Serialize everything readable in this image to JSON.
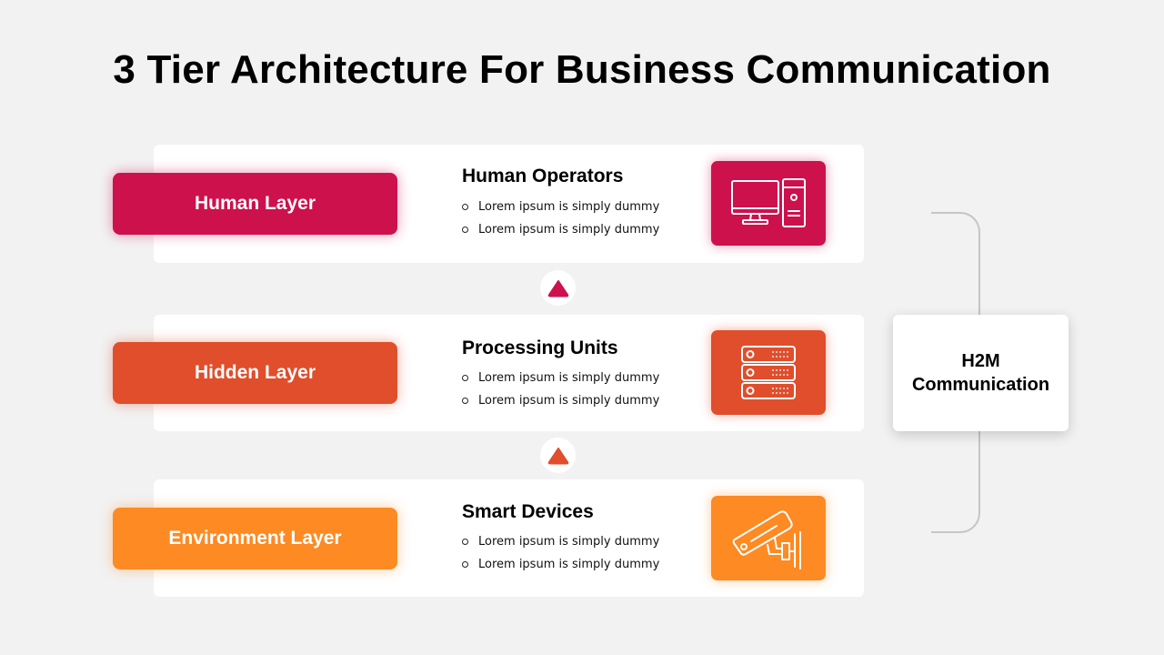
{
  "title": "3 Tier Architecture For Business Communication",
  "colors": {
    "human": "#cd114d",
    "hidden": "#e04e2c",
    "environment": "#fd8a23",
    "background": "#f2f2f2",
    "bracket": "#c6c6c6"
  },
  "tiers": [
    {
      "label": "Human Layer",
      "heading": "Human Operators",
      "bullets": [
        "Lorem ipsum is simply dummy",
        "Lorem ipsum is simply dummy"
      ],
      "icon": "desktop-computer-icon"
    },
    {
      "label": "Hidden Layer",
      "heading": "Processing Units",
      "bullets": [
        "Lorem ipsum is simply dummy",
        "Lorem ipsum is simply dummy"
      ],
      "icon": "server-rack-icon"
    },
    {
      "label": "Environment Layer",
      "heading": "Smart Devices",
      "bullets": [
        "Lorem ipsum is simply dummy",
        "Lorem ipsum is simply dummy"
      ],
      "icon": "security-camera-icon"
    }
  ],
  "connectors": [
    "up-arrow-icon",
    "up-arrow-icon"
  ],
  "side": {
    "line1": "H2M",
    "line2": "Communication"
  }
}
